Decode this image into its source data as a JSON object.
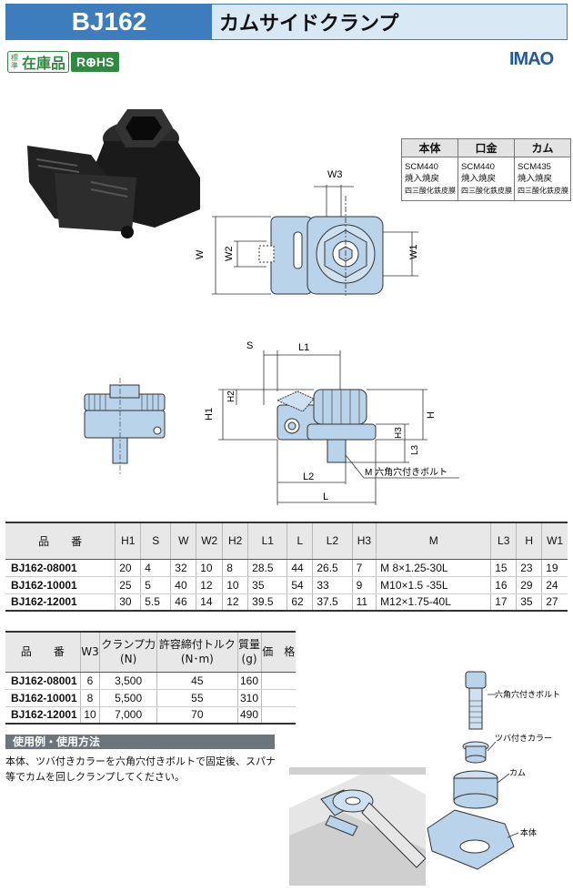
{
  "header": {
    "code": "BJ162",
    "title": "カムサイドクランプ"
  },
  "badges": {
    "stock_small": "標準",
    "stock": "在庫品",
    "rohs": "R⊕HS"
  },
  "logo": "IMAO",
  "material": {
    "headers": [
      "本体",
      "口金",
      "カム"
    ],
    "rows": [
      [
        "SCM440",
        "SCM440",
        "SCM435"
      ],
      [
        "焼入焼戻",
        "焼入焼戻",
        "焼入焼戻"
      ],
      [
        "四三酸化鉄皮膜",
        "四三酸化鉄皮膜",
        "四三酸化鉄皮膜"
      ]
    ]
  },
  "labels": {
    "W": "W",
    "W1": "W1",
    "W2": "W2",
    "W3": "W3",
    "S": "S",
    "L": "L",
    "L1": "L1",
    "L2": "L2",
    "L3": "L3",
    "H": "H",
    "H1": "H1",
    "H2": "H2",
    "H3": "H3",
    "bolt": "M  六角穴付きボルト"
  },
  "table1": {
    "headers": [
      "品　　番",
      "H1",
      "S",
      "W",
      "W2",
      "H2",
      "L1",
      "L",
      "L2",
      "H3",
      "M",
      "L3",
      "H",
      "W1"
    ],
    "rows": [
      [
        "BJ162-08001",
        "20",
        "4",
        "32",
        "10",
        "8",
        "28.5",
        "44",
        "26.5",
        "7",
        "M  8×1.25-30L",
        "15",
        "23",
        "19"
      ],
      [
        "BJ162-10001",
        "25",
        "5",
        "40",
        "12",
        "10",
        "35",
        "54",
        "33",
        "9",
        "M10×1.5  -35L",
        "16",
        "29",
        "24"
      ],
      [
        "BJ162-12001",
        "30",
        "5.5",
        "46",
        "14",
        "12",
        "39.5",
        "62",
        "37.5",
        "11",
        "M12×1.75-40L",
        "17",
        "35",
        "27"
      ]
    ]
  },
  "table2": {
    "headers": [
      "品　　番",
      "W3",
      "クランプ力\n(N)",
      "許容締付トルク\n(N･m)",
      "質量\n(g)",
      "価　格"
    ],
    "rows": [
      [
        "BJ162-08001",
        "6",
        "3,500",
        "45",
        "160",
        ""
      ],
      [
        "BJ162-10001",
        "8",
        "5,500",
        "55",
        "310",
        ""
      ],
      [
        "BJ162-12001",
        "10",
        "7,000",
        "70",
        "490",
        ""
      ]
    ]
  },
  "usage": {
    "title": "使用例・使用方法",
    "text": "本体、ツバ付きカラーを六角穴付きボルトで固定後、スパナ等でカムを回しクランプしてください。"
  },
  "parts": {
    "bolt": "六角穴付きボルト",
    "collar": "ツバ付きカラー",
    "cam": "カム",
    "body": "本体"
  },
  "colors": {
    "accent": "#3d7dbd",
    "part_fill": "#b9d3ea",
    "green": "#2d8a3e"
  }
}
